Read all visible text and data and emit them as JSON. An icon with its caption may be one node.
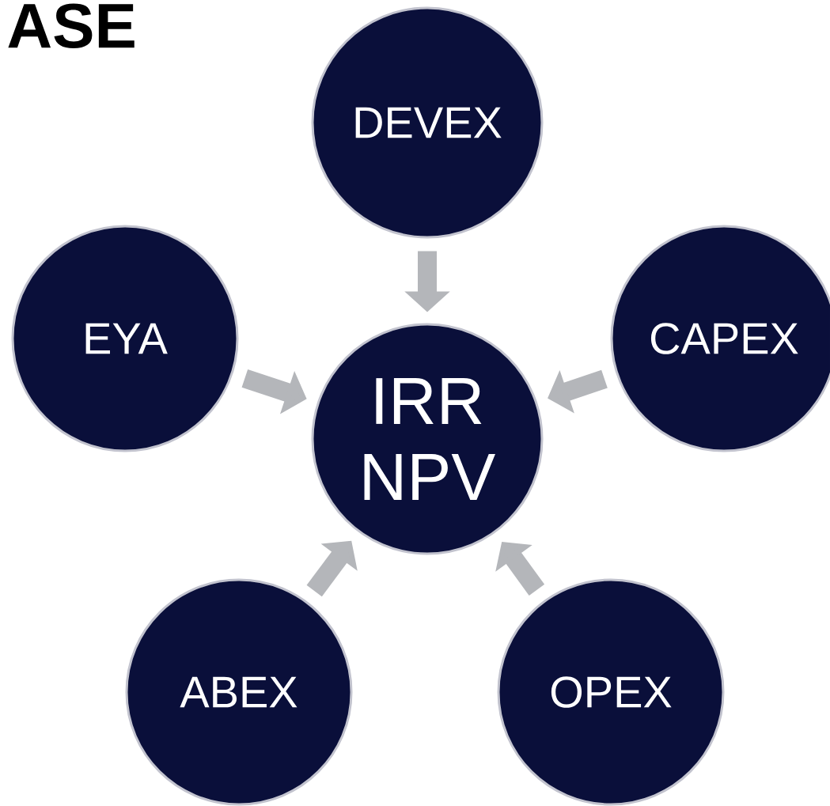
{
  "diagram": {
    "title": "ASE",
    "nodes": [
      {
        "text": [
          "IRR NPV"
        ]
      },
      {
        "text": [
          "DEVEX"
        ]
      },
      {
        "text": [
          "EYA"
        ]
      },
      {
        "text": [
          "CAPEX"
        ]
      },
      {
        "text": [
          "ABEX"
        ]
      },
      {
        "text": [
          "OPEX"
        ]
      }
    ],
    "edges": [
      {
        "from": 1,
        "to": 0,
        "arrow": "to"
      },
      {
        "from": 2,
        "to": 0,
        "arrow": "to"
      },
      {
        "from": 3,
        "to": 0,
        "arrow": "to"
      },
      {
        "from": 4,
        "to": 0,
        "arrow": "to"
      },
      {
        "from": 5,
        "to": 0,
        "arrow": "to"
      }
    ]
  }
}
